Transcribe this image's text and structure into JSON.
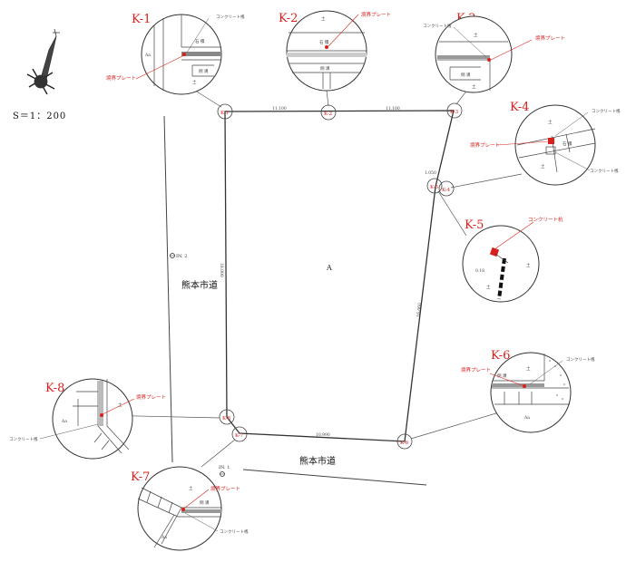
{
  "scale": "S＝1：200",
  "parcel_label": "A",
  "road_labels": [
    "熊本市道",
    "熊本市道"
  ],
  "benchmarks": [
    "IN. 2",
    "IN. 1"
  ],
  "edge_lengths": [
    "11.100",
    "11.100",
    "1.050",
    "16.060",
    "10.990",
    "18.000"
  ],
  "point_labels": [
    "K-1",
    "K-2",
    "K-3",
    "K-4",
    "K-5",
    "K-6",
    "K-7",
    "K-8"
  ],
  "details": {
    "k1": {
      "title": "K-1",
      "plate": "境界プレート",
      "note": "コンクリート桟",
      "wall": "石 積",
      "drain": "側 溝",
      "ground": "土",
      "other": "Aa"
    },
    "k2": {
      "title": "K-2",
      "plate": "境界プレート",
      "wall": "石 積",
      "drain": "側 溝",
      "ground": "土"
    },
    "k3": {
      "title": "K-3",
      "plate": "境界プレート",
      "note": "コンクリート桟",
      "drain": "側 溝",
      "ground": "土"
    },
    "k4": {
      "title": "K-4",
      "plate": "境界プレート",
      "note": "コンクリート桟",
      "note2": "コンクリート桟",
      "wall": "石 積",
      "ground": "土"
    },
    "k5": {
      "title": "K-5",
      "note": "コンクリート杭",
      "dim": "0.18",
      "ground": "土"
    },
    "k6": {
      "title": "K-6",
      "plate": "境界プレート",
      "note": "コンクリート桟",
      "drain": "側 溝",
      "ground": "土",
      "other": "Aa"
    },
    "k7": {
      "title": "K-7",
      "plate": "境界プレート",
      "note": "コンクリート桟",
      "drain": "側 溝",
      "ground": "土",
      "other": "Aa"
    },
    "k8": {
      "title": "K-8",
      "plate": "境界プレート",
      "note": "コンクリート桟",
      "ground": "土",
      "other": "Aa"
    }
  }
}
